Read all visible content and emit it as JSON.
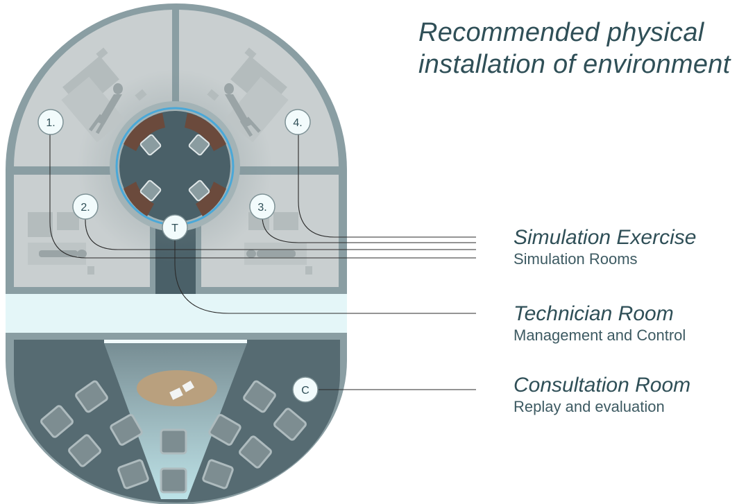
{
  "title": {
    "line1": "Recommended physical",
    "line2": "installation of environment"
  },
  "legend": [
    {
      "title": "Simulation Exercise",
      "subtitle": "Simulation Rooms"
    },
    {
      "title": "Technician Room",
      "subtitle": "Management and Control"
    },
    {
      "title": "Consultation Room",
      "subtitle": "Replay and evaluation"
    }
  ],
  "markers": {
    "room1": "1.",
    "room2": "2.",
    "room3": "3.",
    "room4": "4.",
    "technician": "T",
    "consultation": "C"
  },
  "colors": {
    "outer_wall": "#8a9ea3",
    "sim_room_floor": "#c9cfd0",
    "control_floor": "#4a6068",
    "corridor": "#e4f6f8",
    "consult_floor": "#566b72",
    "desk": "#6b4a3c",
    "screen_glow": "#4aa8d8",
    "table": "#b9a07e",
    "text": "#2f4f57"
  }
}
